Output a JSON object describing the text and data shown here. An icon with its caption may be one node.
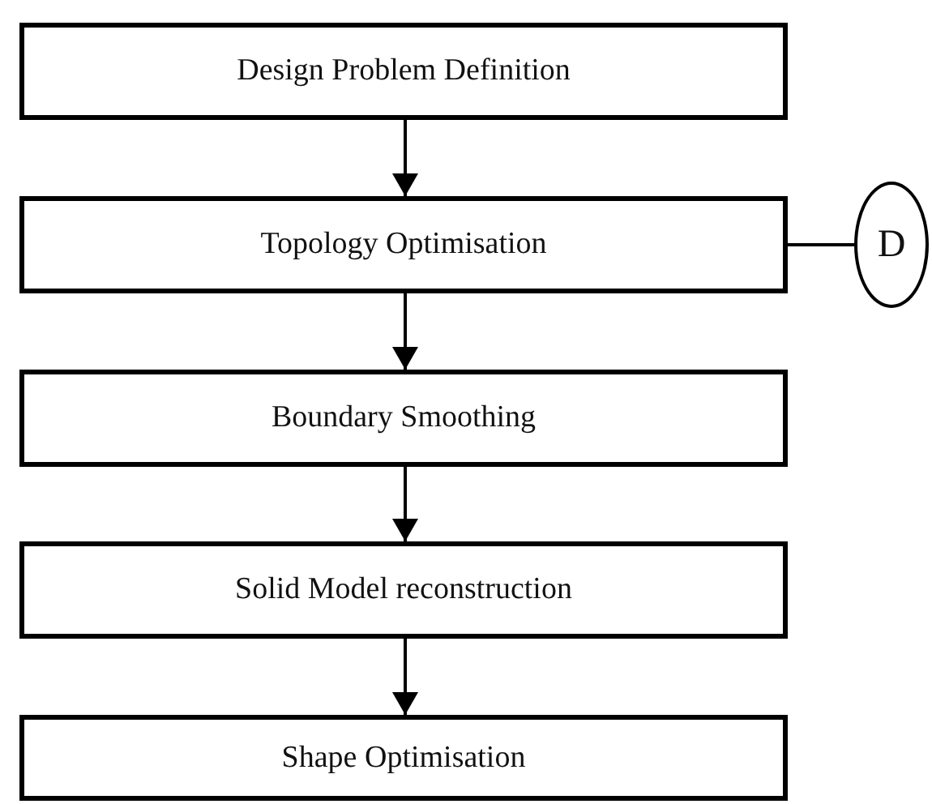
{
  "diagram": {
    "nodes": [
      {
        "text": [
          "Design Problem Definition"
        ]
      },
      {
        "text": [
          "Topology Optimisation"
        ]
      },
      {
        "text": [
          "Boundary Smoothing"
        ]
      },
      {
        "text": [
          "Solid Model reconstruction"
        ]
      },
      {
        "text": [
          "Shape Optimisation"
        ]
      },
      {
        "text": [
          "D"
        ]
      }
    ],
    "edges": [
      {
        "from": 0,
        "to": 1,
        "arrow": "to"
      },
      {
        "from": 1,
        "to": 2,
        "arrow": "to"
      },
      {
        "from": 2,
        "to": 3,
        "arrow": "to"
      },
      {
        "from": 3,
        "to": 4,
        "arrow": "to"
      },
      {
        "from": 1,
        "to": 5,
        "arrow": "none"
      }
    ]
  }
}
